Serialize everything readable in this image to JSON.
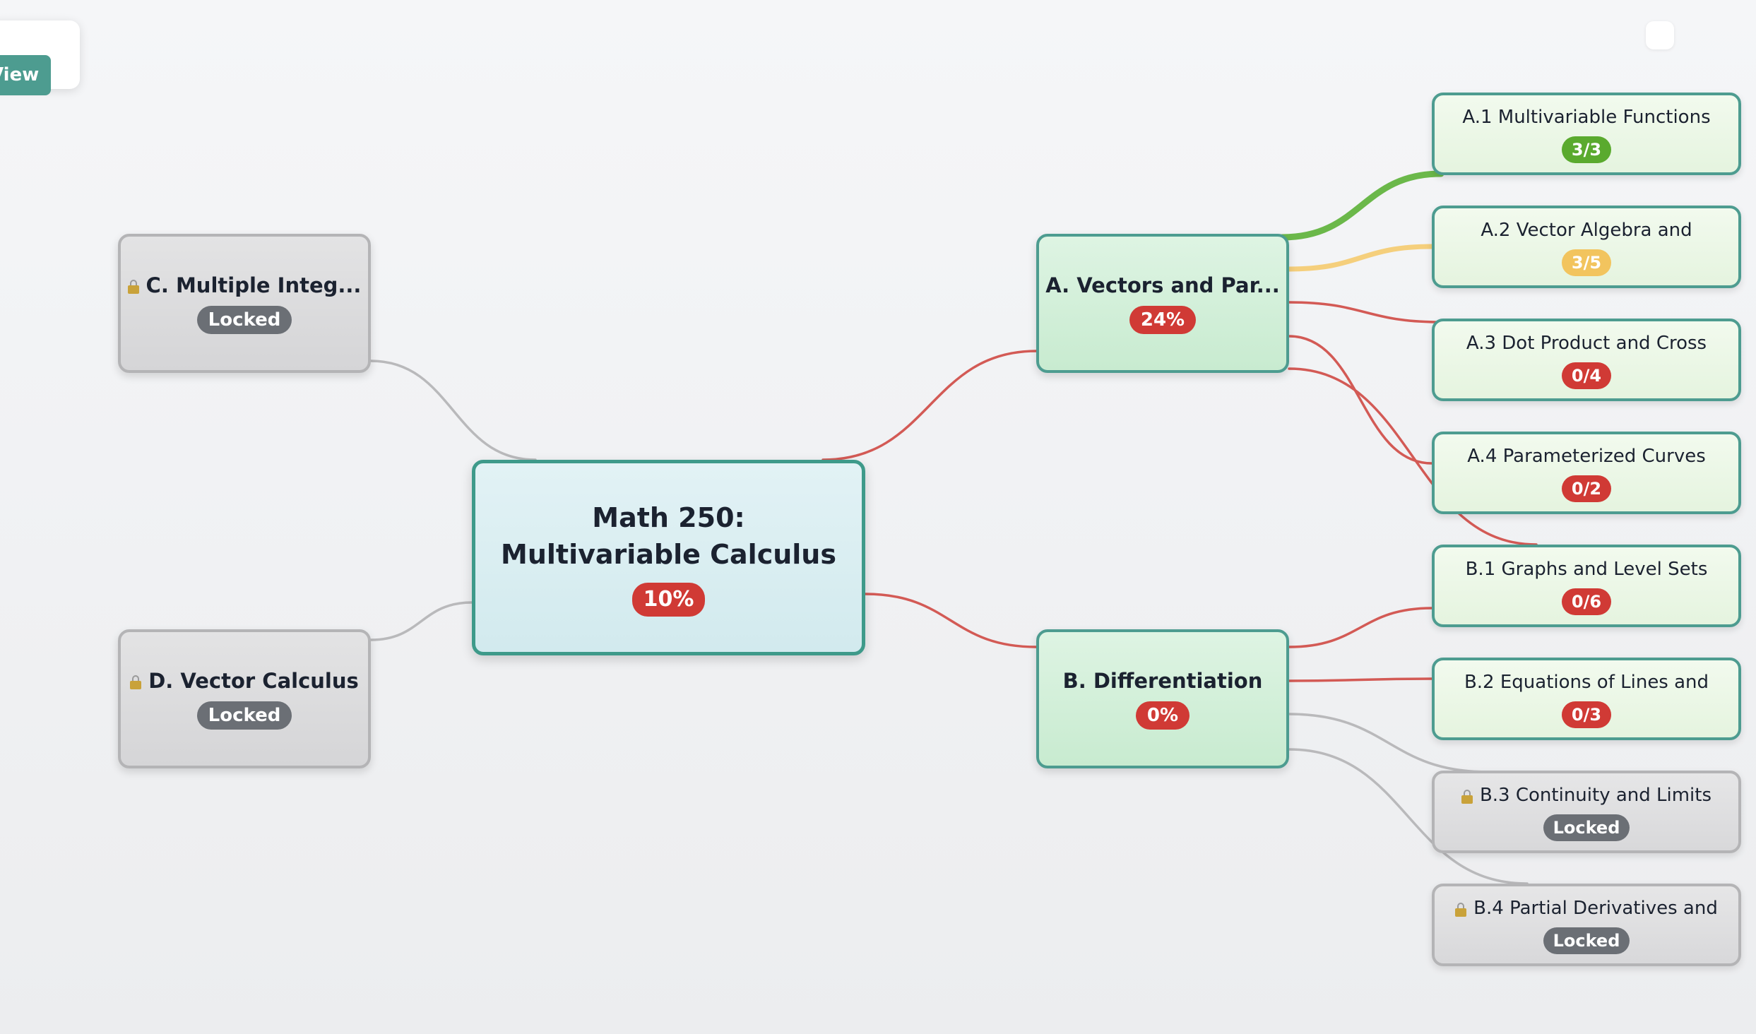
{
  "toolbar": {
    "view_label": "View"
  },
  "colors": {
    "accent": "#4d9c90",
    "complete": "#5aaa2e",
    "partial": "#f2c45e",
    "not_started": "#d03a35",
    "locked": "#6b6f75"
  },
  "root": {
    "title_line1": "Math 250:",
    "title_line2": "Multivariable Calculus",
    "progress": "10%",
    "status": "not_started"
  },
  "chapters": [
    {
      "id": "A",
      "title": "A. Vectors and Par...",
      "badge": "24%",
      "status": "not_started",
      "locked": false
    },
    {
      "id": "B",
      "title": "B. Differentiation",
      "badge": "0%",
      "status": "not_started",
      "locked": false
    },
    {
      "id": "C",
      "title": "C. Multiple Integ...",
      "badge": "Locked",
      "status": "locked",
      "locked": true
    },
    {
      "id": "D",
      "title": "D. Vector Calculus",
      "badge": "Locked",
      "status": "locked",
      "locked": true
    }
  ],
  "lessons": [
    {
      "id": "A1",
      "title": "A.1 Multivariable Functions",
      "badge": "3/3",
      "status": "complete",
      "locked": false
    },
    {
      "id": "A2",
      "title": "A.2 Vector Algebra and",
      "badge": "3/5",
      "status": "partial",
      "locked": false
    },
    {
      "id": "A3",
      "title": "A.3 Dot Product and Cross",
      "badge": "0/4",
      "status": "not_started",
      "locked": false
    },
    {
      "id": "A4",
      "title": "A.4 Parameterized Curves",
      "badge": "0/2",
      "status": "not_started",
      "locked": false
    },
    {
      "id": "B1",
      "title": "B.1 Graphs and Level Sets",
      "badge": "0/6",
      "status": "not_started",
      "locked": false
    },
    {
      "id": "B2",
      "title": "B.2 Equations of Lines and",
      "badge": "0/3",
      "status": "not_started",
      "locked": false
    },
    {
      "id": "B3",
      "title": "B.3 Continuity and Limits",
      "badge": "Locked",
      "status": "locked",
      "locked": true
    },
    {
      "id": "B4",
      "title": "B.4 Partial Derivatives and",
      "badge": "Locked",
      "status": "locked",
      "locked": true
    }
  ],
  "edges": [
    {
      "from": "root",
      "to": "A",
      "status": "not_started"
    },
    {
      "from": "root",
      "to": "B",
      "status": "not_started"
    },
    {
      "from": "root",
      "to": "C",
      "status": "locked"
    },
    {
      "from": "root",
      "to": "D",
      "status": "locked"
    },
    {
      "from": "A",
      "to": "A1",
      "status": "complete"
    },
    {
      "from": "A",
      "to": "A2",
      "status": "partial"
    },
    {
      "from": "A",
      "to": "A3",
      "status": "not_started"
    },
    {
      "from": "A",
      "to": "A4",
      "status": "not_started"
    },
    {
      "from": "A",
      "to": "B1",
      "status": "not_started"
    },
    {
      "from": "B",
      "to": "B1",
      "status": "not_started"
    },
    {
      "from": "B",
      "to": "B2",
      "status": "not_started"
    },
    {
      "from": "B",
      "to": "B3",
      "status": "locked"
    },
    {
      "from": "B",
      "to": "B4",
      "status": "locked"
    }
  ]
}
